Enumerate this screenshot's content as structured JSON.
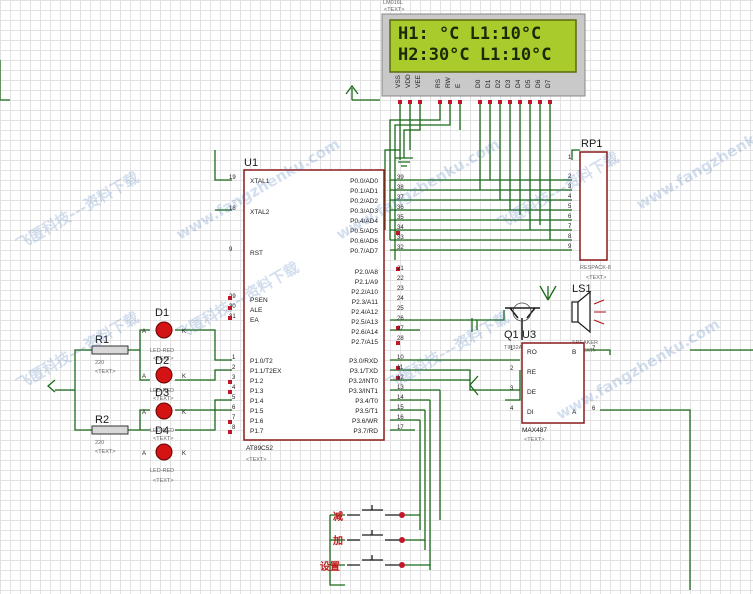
{
  "lcd": {
    "ref": "LM016L",
    "tag": "<TEXT>",
    "line1": "H1: °C L1:10°C",
    "line2": "H2:30°C L1:10°C",
    "pins": [
      "VSS",
      "VDD",
      "VEE",
      "RS",
      "RW",
      "E",
      "D0",
      "D1",
      "D2",
      "D3",
      "D4",
      "D5",
      "D6",
      "D7"
    ]
  },
  "mcu": {
    "ref": "U1",
    "part": "AT89C52",
    "tag": "<TEXT>",
    "left": [
      "XTAL1",
      "XTAL2",
      "RST",
      "PSEN",
      "ALE",
      "EA",
      "P1.0/T2",
      "P1.1/T2EX",
      "P1.2",
      "P1.3",
      "P1.4",
      "P1.5",
      "P1.6",
      "P1.7"
    ],
    "left_nums": [
      "19",
      "18",
      "9",
      "29",
      "30",
      "31",
      "1",
      "2",
      "3",
      "4",
      "5",
      "6",
      "7",
      "8"
    ],
    "right": [
      "P0.0/AD0",
      "P0.1/AD1",
      "P0.2/AD2",
      "P0.3/AD3",
      "P0.4/AD4",
      "P0.5/AD5",
      "P0.6/AD6",
      "P0.7/AD7",
      "P2.0/A8",
      "P2.1/A9",
      "P2.2/A10",
      "P2.3/A11",
      "P2.4/A12",
      "P2.5/A13",
      "P2.6/A14",
      "P2.7/A15",
      "P3.0/RXD",
      "P3.1/TXD",
      "P3.2/INT0",
      "P3.3/INT1",
      "P3.4/T0",
      "P3.5/T1",
      "P3.6/WR",
      "P3.7/RD"
    ],
    "right_nums": [
      "39",
      "38",
      "37",
      "36",
      "35",
      "34",
      "33",
      "32",
      "21",
      "22",
      "23",
      "24",
      "25",
      "26",
      "27",
      "28",
      "10",
      "11",
      "12",
      "13",
      "14",
      "15",
      "16",
      "17"
    ]
  },
  "rp1": {
    "ref": "RP1",
    "part": "RESPACK-8",
    "tag": "<TEXT>",
    "pins": [
      "1",
      "2",
      "3",
      "4",
      "5",
      "6",
      "7",
      "8",
      "9"
    ]
  },
  "q1": {
    "ref": "Q1",
    "part": "TIP32A"
  },
  "ls1": {
    "ref": "LS1",
    "part": "SPEAKER",
    "tag": "<TEXT>"
  },
  "u3": {
    "ref": "U3",
    "part": "MAX487",
    "tag": "<TEXT>",
    "pins": [
      "RO",
      "RE",
      "DE",
      "DI",
      "B",
      "A"
    ],
    "pin_nums": [
      "1",
      "2",
      "3",
      "4",
      "7",
      "6"
    ]
  },
  "leds": [
    {
      "ref": "D1",
      "part": "LED-RED",
      "tag": "<TEXT>",
      "anode_label": "A",
      "cathode_label": "K"
    },
    {
      "ref": "D2",
      "part": "LED-RED",
      "tag": "<TEXT>",
      "anode_label": "A",
      "cathode_label": "K"
    },
    {
      "ref": "D3",
      "part": "LED-RED",
      "tag": "<TEXT>",
      "anode_label": "A",
      "cathode_label": "K"
    },
    {
      "ref": "D4",
      "part": "LED-RED",
      "tag": "<TEXT>",
      "anode_label": "A",
      "cathode_label": "K"
    }
  ],
  "resistors": [
    {
      "ref": "R1",
      "value": "220",
      "tag": "<TEXT>"
    },
    {
      "ref": "R2",
      "value": "220",
      "tag": "<TEXT>"
    }
  ],
  "buttons": [
    {
      "label": "减"
    },
    {
      "label": "加"
    },
    {
      "label": "设置"
    }
  ],
  "watermarks": [
    "飞匿科技---资料下载",
    "www.fangzhenku.com"
  ],
  "colors": {
    "wire": "#1a6a1a",
    "chip_outline": "#8a1a1a",
    "lcd_screen": "#a9cc2c",
    "pin_marker": "#c0182a",
    "button_label": "#c01818"
  }
}
